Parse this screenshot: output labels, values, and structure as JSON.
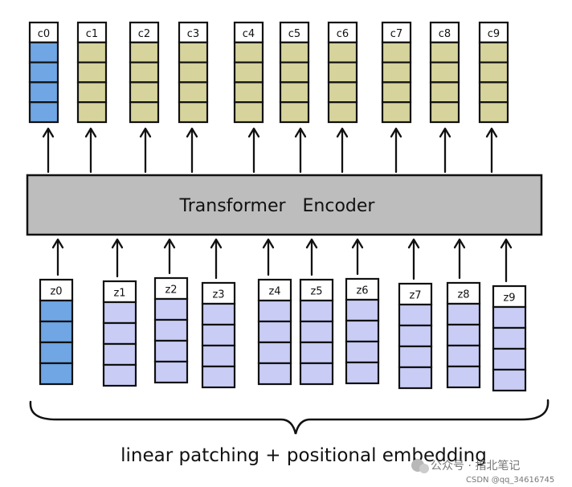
{
  "title": "",
  "encoder": {
    "label": "Transformer   Encoder"
  },
  "caption": "linear patching + positional embedding",
  "colors": {
    "cls_fill": "#6fa6e3",
    "output_fill": "#d6d39c",
    "input_fill": "#c9cdf5",
    "encoder_fill": "#bdbdbd",
    "stroke": "#111111"
  },
  "outputs": [
    {
      "label": "c0",
      "kind": "cls"
    },
    {
      "label": "c1",
      "kind": "patch"
    },
    {
      "label": "c2",
      "kind": "patch"
    },
    {
      "label": "c3",
      "kind": "patch"
    },
    {
      "label": "c4",
      "kind": "patch"
    },
    {
      "label": "c5",
      "kind": "patch"
    },
    {
      "label": "c6",
      "kind": "patch"
    },
    {
      "label": "c7",
      "kind": "patch"
    },
    {
      "label": "c8",
      "kind": "patch"
    },
    {
      "label": "c9",
      "kind": "patch"
    }
  ],
  "inputs": [
    {
      "label": "z0",
      "kind": "cls"
    },
    {
      "label": "z1",
      "kind": "patch"
    },
    {
      "label": "z2",
      "kind": "patch"
    },
    {
      "label": "z3",
      "kind": "patch"
    },
    {
      "label": "z4",
      "kind": "patch"
    },
    {
      "label": "z5",
      "kind": "patch"
    },
    {
      "label": "z6",
      "kind": "patch"
    },
    {
      "label": "z7",
      "kind": "patch"
    },
    {
      "label": "z8",
      "kind": "patch"
    },
    {
      "label": "z9",
      "kind": "patch"
    }
  ],
  "watermark": {
    "line1": "公众号 · 指北笔记",
    "line2": "CSDN @qq_34616745"
  }
}
